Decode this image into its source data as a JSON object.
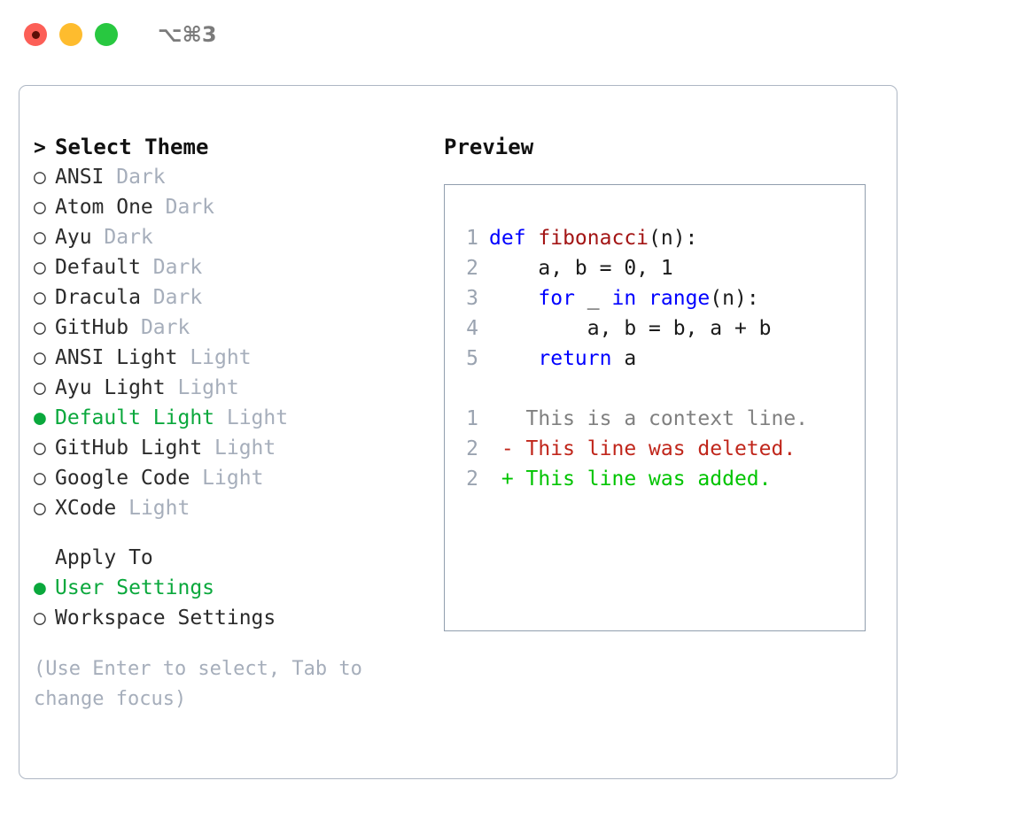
{
  "titlebar": {
    "shortcut": "⌥⌘3",
    "lights": [
      {
        "name": "close",
        "color": "#fc5f57"
      },
      {
        "name": "minimize",
        "color": "#febc2e"
      },
      {
        "name": "maximize",
        "color": "#28c840"
      }
    ]
  },
  "theme_picker": {
    "header_prefix": ">",
    "header": "Select Theme",
    "marker_unselected": "○",
    "marker_selected": "●",
    "items": [
      {
        "name": "ANSI",
        "category": "Dark",
        "selected": false
      },
      {
        "name": "Atom One",
        "category": "Dark",
        "selected": false
      },
      {
        "name": "Ayu",
        "category": "Dark",
        "selected": false
      },
      {
        "name": "Default",
        "category": "Dark",
        "selected": false
      },
      {
        "name": "Dracula",
        "category": "Dark",
        "selected": false
      },
      {
        "name": "GitHub",
        "category": "Dark",
        "selected": false
      },
      {
        "name": "ANSI Light",
        "category": "Light",
        "selected": false
      },
      {
        "name": "Ayu Light",
        "category": "Light",
        "selected": false
      },
      {
        "name": "Default Light",
        "category": "Light",
        "selected": true
      },
      {
        "name": "GitHub Light",
        "category": "Light",
        "selected": false
      },
      {
        "name": "Google Code",
        "category": "Light",
        "selected": false
      },
      {
        "name": "XCode",
        "category": "Light",
        "selected": false
      }
    ]
  },
  "apply_to": {
    "header": "Apply To",
    "items": [
      {
        "name": "User Settings",
        "selected": true
      },
      {
        "name": "Workspace Settings",
        "selected": false
      }
    ]
  },
  "hint": "(Use Enter to select, Tab to change focus)",
  "preview": {
    "title": "Preview",
    "code_lines": [
      {
        "lineno": "1",
        "tokens": [
          {
            "text": "def ",
            "kind": "kw"
          },
          {
            "text": "fibonacci",
            "kind": "fn"
          },
          {
            "text": "(n):",
            "kind": "txt"
          }
        ]
      },
      {
        "lineno": "2",
        "tokens": [
          {
            "text": "    a, b = 0, 1",
            "kind": "txt"
          }
        ]
      },
      {
        "lineno": "3",
        "tokens": [
          {
            "text": "    ",
            "kind": "txt"
          },
          {
            "text": "for",
            "kind": "kw"
          },
          {
            "text": " _ ",
            "kind": "txt"
          },
          {
            "text": "in",
            "kind": "kw"
          },
          {
            "text": " ",
            "kind": "txt"
          },
          {
            "text": "range",
            "kind": "kw"
          },
          {
            "text": "(n):",
            "kind": "txt"
          }
        ]
      },
      {
        "lineno": "4",
        "tokens": [
          {
            "text": "        a, b = b, a + b",
            "kind": "txt"
          }
        ]
      },
      {
        "lineno": "5",
        "tokens": [
          {
            "text": "    ",
            "kind": "txt"
          },
          {
            "text": "return",
            "kind": "kw"
          },
          {
            "text": " a",
            "kind": "txt"
          }
        ]
      }
    ],
    "diff_lines": [
      {
        "lineno": "1",
        "tokens": [
          {
            "text": "   This is a context line.",
            "kind": "ctx"
          }
        ]
      },
      {
        "lineno": "2",
        "tokens": [
          {
            "text": " - This line was deleted.",
            "kind": "del"
          }
        ]
      },
      {
        "lineno": "2",
        "tokens": [
          {
            "text": " + This line was added.",
            "kind": "add"
          }
        ]
      }
    ]
  },
  "colors": {
    "selected_green": "#0aa83c",
    "muted_gray": "#a6aebb",
    "border": "#aeb7c4",
    "code_border": "#919eae",
    "keyword_blue": "#0000ff",
    "function_red": "#a31515",
    "diff_deleted": "#c0261b",
    "diff_added": "#00c400"
  }
}
